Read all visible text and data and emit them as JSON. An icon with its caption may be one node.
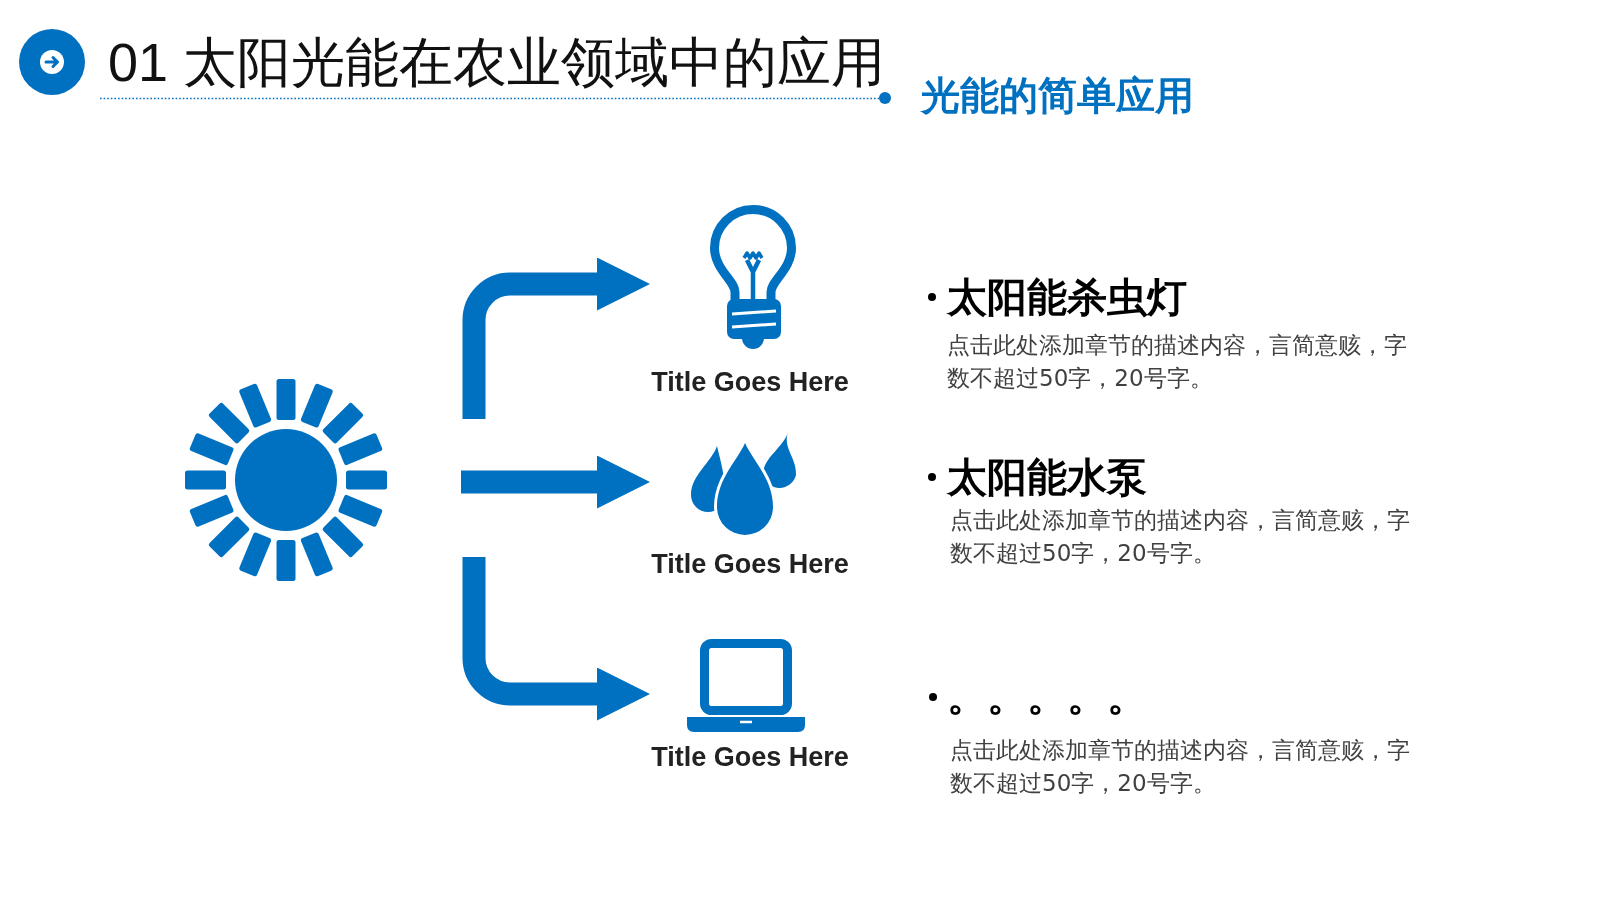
{
  "diagram": {
    "title": "01 太阳光能在农业领域中的应用",
    "nodes": [
      {
        "text": [],
        "shape": "picture"
      },
      {
        "text": [
          "Title Goes Here"
        ]
      },
      {
        "text": [
          "Title Goes Here"
        ]
      },
      {
        "text": [
          "Title Goes Here"
        ]
      }
    ],
    "edges": [
      {
        "from": null,
        "to": 1,
        "arrow": "to"
      },
      {
        "from": null,
        "to": 2,
        "arrow": "to"
      },
      {
        "from": null,
        "to": 3,
        "arrow": "to"
      }
    ],
    "labels": [
      "光能的简单应用",
      "太阳能杀虫灯",
      "点击此处添加章节的描述内容，言简意赅，字数不超过50字，20号字。",
      "太阳能水泵",
      "点击此处添加章节的描述内容，言简意赅，字数不超过50字，20号字。",
      "。。。。。",
      "点击此处添加章节的描述内容，言简意赅，字数不超过50字，20号字。"
    ]
  }
}
